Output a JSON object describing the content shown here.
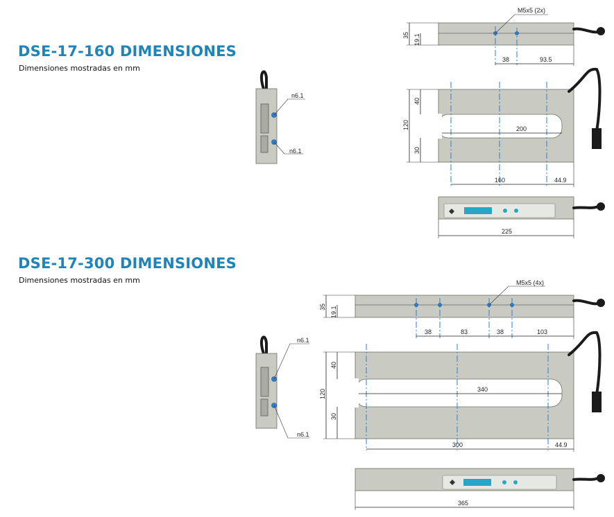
{
  "sections": [
    {
      "title": "DSE-17-160 DIMENSIONES",
      "subtitle": "Dimensiones mostradas en mm",
      "side_view": {
        "hole_top": "n6.1",
        "hole_bottom": "n6.1"
      },
      "top_view": {
        "height": "35",
        "offset": "19.1",
        "thread": "M5x5 (2x)",
        "pitch": "38",
        "to_end": "93.5"
      },
      "front_view": {
        "upper": "40",
        "total_height": "120",
        "lower": "30",
        "slot_length": "200",
        "sensing": "160",
        "head": "44.9"
      },
      "bottom_view": {
        "length": "225"
      }
    },
    {
      "title": "DSE-17-300 DIMENSIONES",
      "subtitle": "Dimensiones mostradas en mm",
      "side_view": {
        "hole_top": "n6.1",
        "hole_bottom": "n6.1"
      },
      "top_view": {
        "height": "35",
        "offset": "19.1",
        "thread": "M5x5 (4x)",
        "pitch_a": "38",
        "pitch_mid": "83",
        "pitch_b": "38",
        "to_end": "103"
      },
      "front_view": {
        "upper": "40",
        "total_height": "120",
        "lower": "30",
        "slot_length": "340",
        "sensing": "300",
        "head": "44.9"
      },
      "bottom_view": {
        "length": "365"
      }
    }
  ]
}
